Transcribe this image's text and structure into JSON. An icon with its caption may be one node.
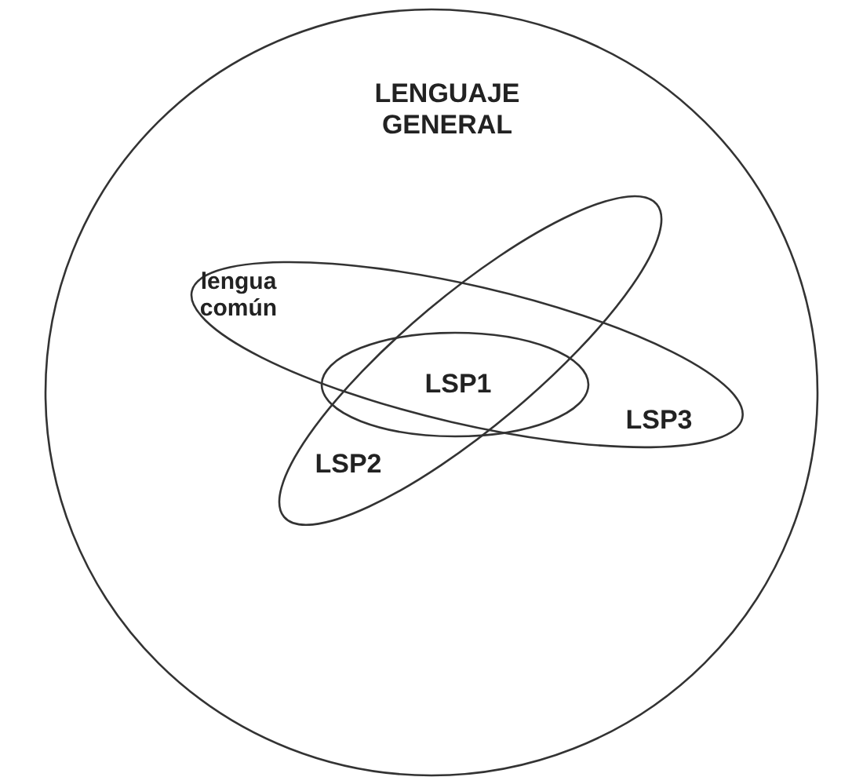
{
  "diagram": {
    "nodes": [
      {
        "text": [
          "LENGUAJE GENERAL"
        ]
      },
      {
        "text": [
          "LSP3"
        ],
        "in": 0
      },
      {
        "text": [
          "LSP2"
        ],
        "in": 0
      },
      {
        "text": [
          "LSP1"
        ]
      }
    ],
    "labels": [
      "lengua común"
    ]
  }
}
